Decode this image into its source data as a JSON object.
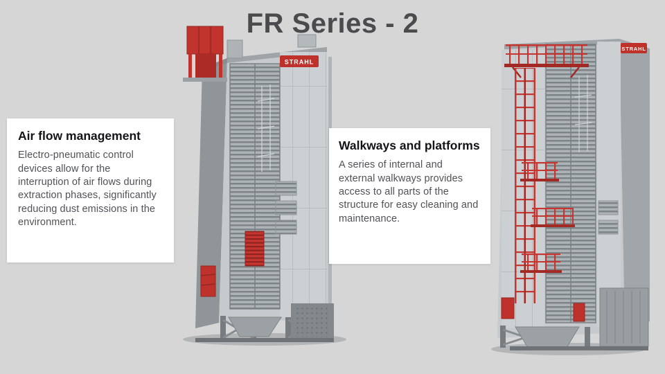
{
  "slide": {
    "title": "FR Series - 2",
    "background_color": "#d6d6d6",
    "accent_color": "#c2332d",
    "title_color": "#4b4b4d"
  },
  "cards": {
    "airflow": {
      "heading": "Air flow management",
      "body": "Electro-pneumatic control devices allow for the interruption of air flows during extraction phases, significantly reducing dust emissions in the environment."
    },
    "walkways": {
      "heading": "Walkways and platforms",
      "body": "A series of internal and external walkways provides access to all parts of the structure for easy cleaning and maintenance."
    }
  },
  "machines": {
    "left": {
      "brand": "STRAHL"
    },
    "right": {
      "brand": "STRAHL"
    }
  }
}
